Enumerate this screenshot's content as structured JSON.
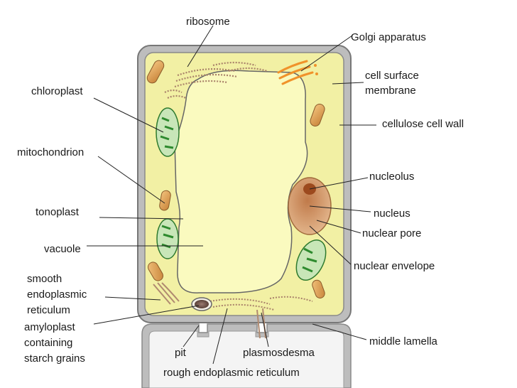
{
  "labels": {
    "ribosome": "ribosome",
    "golgi": "Golgi apparatus",
    "cell_surface_membrane": [
      "cell surface",
      "membrane"
    ],
    "chloroplast": "chloroplast",
    "cellulose_cell_wall": "cellulose cell wall",
    "mitochondrion": "mitochondrion",
    "nucleolus": "nucleolus",
    "tonoplast": "tonoplast",
    "nucleus": "nucleus",
    "nuclear_pore": "nuclear pore",
    "vacuole": "vacuole",
    "nuclear_envelope": "nuclear envelope",
    "smooth_er": [
      "smooth",
      "endoplasmic",
      "reticulum"
    ],
    "amyloplast": [
      "amyloplast",
      "containing",
      "starch grains"
    ],
    "middle_lamella": "middle lamella",
    "pit": "pit",
    "plasmodesma": "plasmosdesma",
    "rough_er": "rough endoplasmic reticulum"
  },
  "colors": {
    "cell_wall": "#8e8e8e",
    "cytoplasm": "#f2f0a4",
    "vacuole": "#fafabf",
    "chloroplast": "#3c9a3c",
    "mitochondrion": "#d9a35e",
    "nucleus": "#c98a5e",
    "nucleolus": "#9c4a1e",
    "golgi": "#f0922a",
    "er": "#b08a70"
  }
}
